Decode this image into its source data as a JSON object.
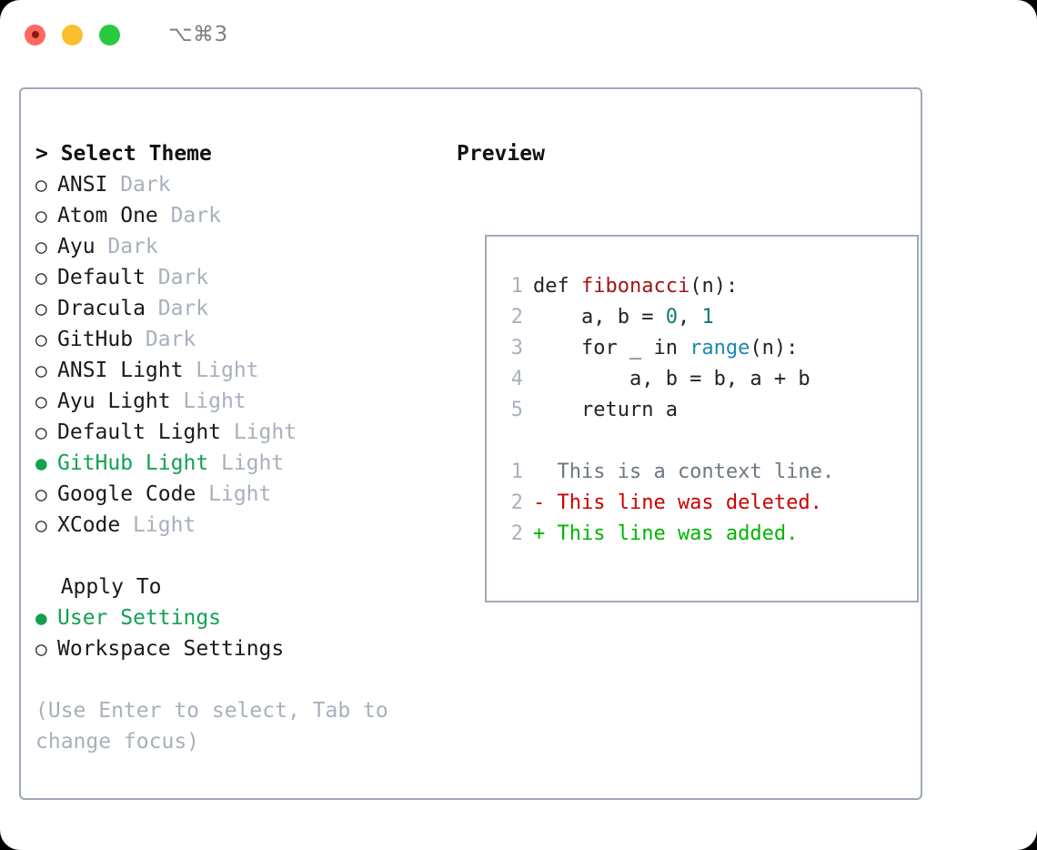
{
  "titlebar": {
    "shortcut": "⌥⌘3",
    "lights": [
      "close",
      "minimize",
      "zoom"
    ]
  },
  "left_pane": {
    "heading": "> Select Theme",
    "themes": [
      {
        "marker": "○",
        "name": "ANSI",
        "tag": "Dark",
        "selected": false
      },
      {
        "marker": "○",
        "name": "Atom One",
        "tag": "Dark",
        "selected": false
      },
      {
        "marker": "○",
        "name": "Ayu",
        "tag": "Dark",
        "selected": false
      },
      {
        "marker": "○",
        "name": "Default",
        "tag": "Dark",
        "selected": false
      },
      {
        "marker": "○",
        "name": "Dracula",
        "tag": "Dark",
        "selected": false
      },
      {
        "marker": "○",
        "name": "GitHub",
        "tag": "Dark",
        "selected": false
      },
      {
        "marker": "○",
        "name": "ANSI Light",
        "tag": "Light",
        "selected": false
      },
      {
        "marker": "○",
        "name": "Ayu Light",
        "tag": "Light",
        "selected": false
      },
      {
        "marker": "○",
        "name": "Default Light",
        "tag": "Light",
        "selected": false
      },
      {
        "marker": "●",
        "name": "GitHub Light",
        "tag": "Light",
        "selected": true
      },
      {
        "marker": "○",
        "name": "Google Code",
        "tag": "Light",
        "selected": false
      },
      {
        "marker": "○",
        "name": "XCode",
        "tag": "Light",
        "selected": false
      }
    ],
    "apply_to_heading": "  Apply To",
    "apply_to": [
      {
        "marker": "●",
        "name": "User Settings",
        "selected": true
      },
      {
        "marker": "○",
        "name": "Workspace Settings",
        "selected": false
      }
    ],
    "hint": "(Use Enter to select, Tab to change focus)"
  },
  "right_pane": {
    "heading": "Preview",
    "code_lines": [
      {
        "ln": "1",
        "tokens": [
          {
            "text": "def ",
            "kind": "plain"
          },
          {
            "text": "fibonacci",
            "kind": "fn"
          },
          {
            "text": "(n):",
            "kind": "plain"
          }
        ]
      },
      {
        "ln": "2",
        "tokens": [
          {
            "text": "    a, b = ",
            "kind": "plain"
          },
          {
            "text": "0",
            "kind": "num"
          },
          {
            "text": ", ",
            "kind": "plain"
          },
          {
            "text": "1",
            "kind": "num"
          }
        ]
      },
      {
        "ln": "3",
        "tokens": [
          {
            "text": "    for _ in ",
            "kind": "plain"
          },
          {
            "text": "range",
            "kind": "call"
          },
          {
            "text": "(n):",
            "kind": "plain"
          }
        ]
      },
      {
        "ln": "4",
        "tokens": [
          {
            "text": "        a, b = b, a + b",
            "kind": "plain"
          }
        ]
      },
      {
        "ln": "5",
        "tokens": [
          {
            "text": "    return a",
            "kind": "plain"
          }
        ]
      }
    ],
    "diff_lines": [
      {
        "ln": "1",
        "text": "  This is a context line.",
        "kind": "ctx"
      },
      {
        "ln": "2",
        "text": "- This line was deleted.",
        "kind": "del"
      },
      {
        "ln": "2",
        "text": "+ This line was added.",
        "kind": "add"
      }
    ]
  },
  "colors": {
    "border": "#9fa8b8",
    "muted": "#a8b0bd",
    "selected_green": "#12a150",
    "diff_add": "#00b500",
    "diff_del": "#cc0000",
    "fn_red": "#a31515",
    "num_teal": "#0f7b7b",
    "call_blue": "#1b87b4"
  }
}
